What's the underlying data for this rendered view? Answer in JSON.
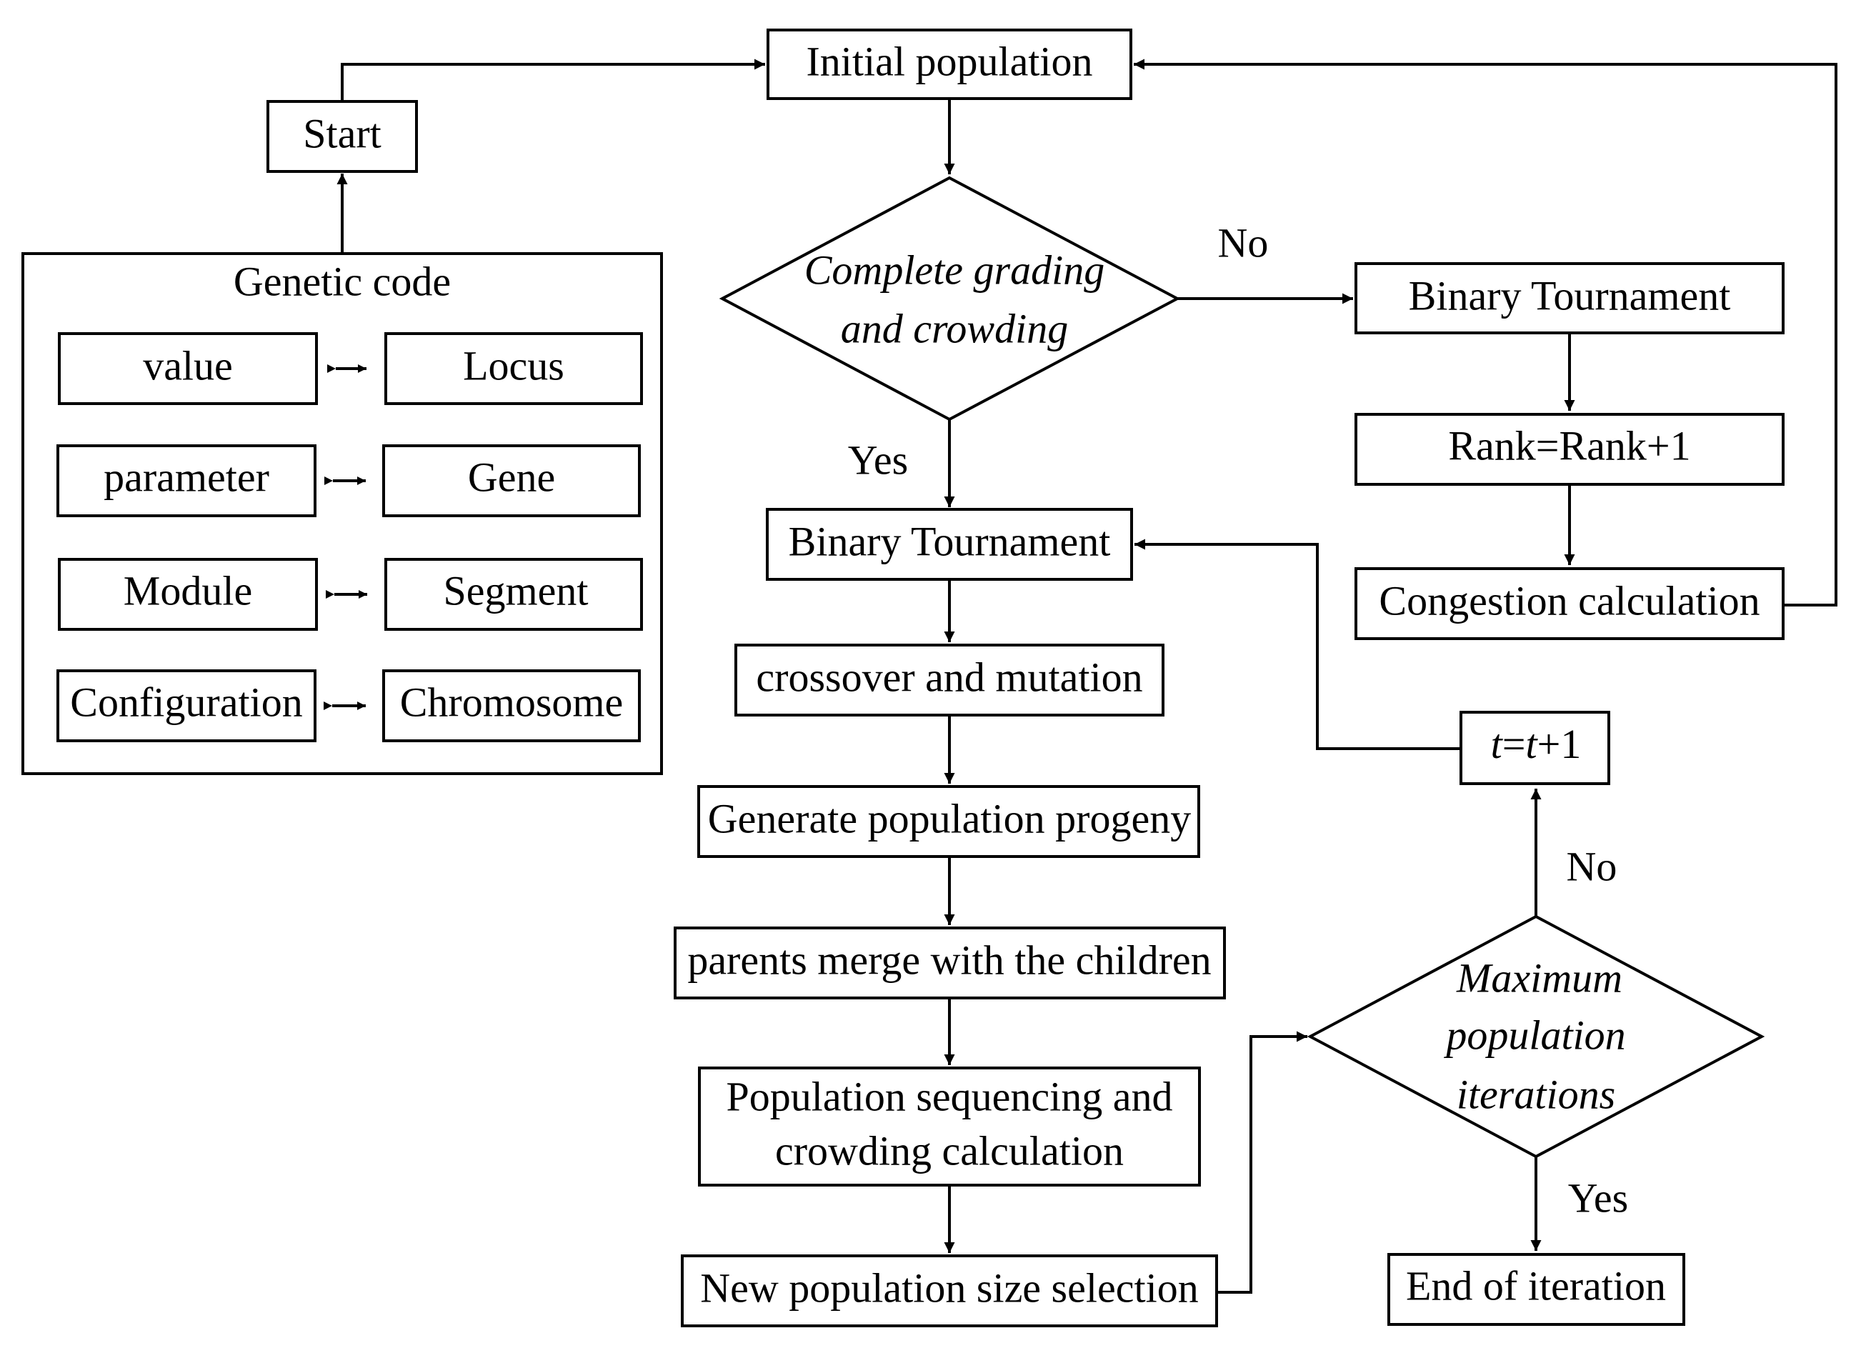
{
  "genetic_code": {
    "title": "Genetic code",
    "pairs": [
      {
        "left": "value",
        "right": "Locus"
      },
      {
        "left": "parameter",
        "right": "Gene"
      },
      {
        "left": "Module",
        "right": "Segment"
      },
      {
        "left": "Configuration",
        "right": "Chromosome"
      }
    ]
  },
  "nodes": {
    "start": "Start",
    "initial_population": "Initial population",
    "decision1_line1": "Complete grading",
    "decision1_line2": "and crowding",
    "binary_tournament_right": "Binary Tournament",
    "rank": "Rank=Rank+1",
    "congestion": "Congestion calculation",
    "binary_tournament_main": "Binary Tournament",
    "crossover": "crossover and  mutation",
    "generate": "Generate population progeny",
    "merge": "parents merge with the children",
    "sequencing_line1": "Population sequencing and",
    "sequencing_line2": "crowding calculation",
    "new_size": "New population size selection",
    "decision2_line1": "Maximum",
    "decision2_line2": "population",
    "decision2_line3": "iterations",
    "end": "End of iteration",
    "increment": {
      "t1": "t",
      "eq": "=",
      "t2": "t",
      "plus": "+1"
    }
  },
  "edge_labels": {
    "no_1": "No",
    "yes_1": "Yes",
    "no_2": "No",
    "yes_2": "Yes"
  }
}
